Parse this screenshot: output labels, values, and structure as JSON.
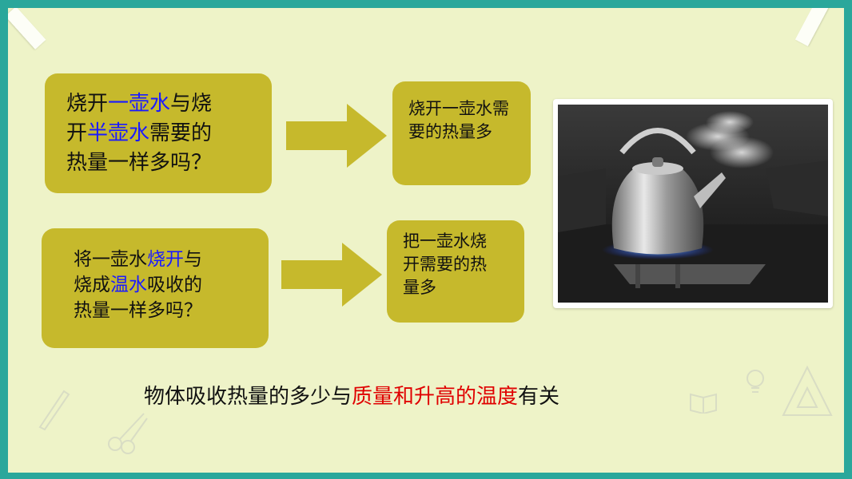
{
  "question1": {
    "line1": [
      "烧开",
      "一壶水",
      "与烧"
    ],
    "line2": [
      "开",
      "半壶水",
      "需要的"
    ],
    "line3": "热量一样多吗？"
  },
  "answer1": {
    "line1": "烧开一壶水需",
    "line2": "要的热量多"
  },
  "question2": {
    "line1": [
      "将一壶水",
      "烧开",
      "与"
    ],
    "line2": [
      "烧成",
      "温水",
      "吸收的"
    ],
    "line3": "热量一样多吗？"
  },
  "answer2": {
    "line1": "把一壶水烧",
    "line2": "开需要的热",
    "line3": "量多"
  },
  "conclusion": {
    "prefix": "物体吸收热量的多少与",
    "highlight1": "质量和升高的温度",
    "suffix": "有关"
  },
  "colors": {
    "box": "#c6b92c",
    "frame": "#2aa79b",
    "background": "#eef3c8",
    "emphasis_blue": "#1a1aff",
    "emphasis_red": "#e00000"
  },
  "icons": [
    "arrow-right-icon",
    "arrow-right-icon"
  ]
}
